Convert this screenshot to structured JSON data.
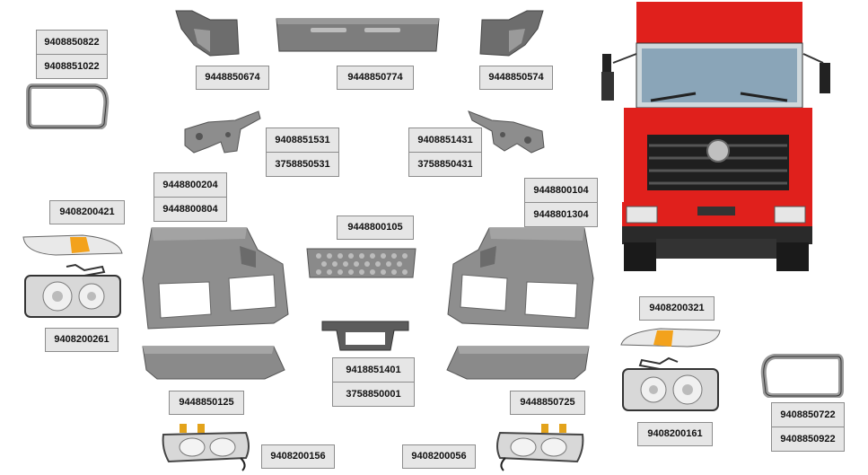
{
  "part_numbers": {
    "top_left_pair": [
      "9408850822",
      "9408851022"
    ],
    "top_left_trim": "9448850674",
    "top_center_bumper": "9448850774",
    "top_right_trim": "9448850574",
    "bracket_left_pair": [
      "9408851531",
      "3758850531"
    ],
    "bracket_right_pair": [
      "9408851431",
      "3758850431"
    ],
    "bumper_left_pair": [
      "9448800204",
      "9448800804"
    ],
    "bumper_right_pair": [
      "9448800104",
      "9448801304"
    ],
    "indicator_left": "9408200421",
    "grille_center": "9448800105",
    "headlamp_left": "9408200261",
    "bracket_center_pair": [
      "9418851401",
      "3758850001"
    ],
    "indicator_right": "9408200321",
    "spoiler_left": "9448850125",
    "spoiler_right": "9448850725",
    "headlamp_right": "9408200161",
    "frame_right_pair": [
      "9408850722",
      "9408850922"
    ],
    "fog_left": "9408200156",
    "fog_right": "9408200056"
  },
  "colors": {
    "part_gray": "#8a8a8a",
    "truck_red": "#e0201c",
    "label_bg": "#e6e6e6"
  }
}
